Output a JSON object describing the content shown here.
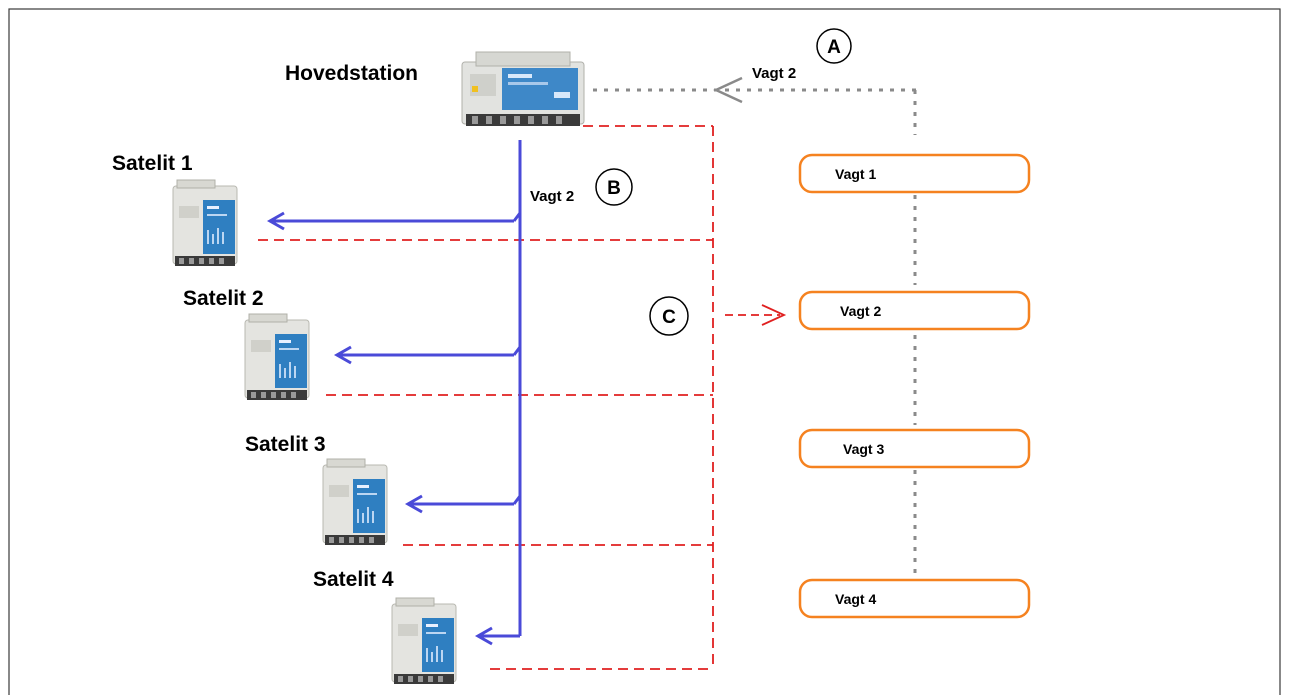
{
  "main_station": {
    "label": "Hovedstation"
  },
  "satellites": [
    {
      "label": "Satelit 1"
    },
    {
      "label": "Satelit 2"
    },
    {
      "label": "Satelit 3"
    },
    {
      "label": "Satelit 4"
    }
  ],
  "markers": {
    "a": {
      "letter": "A",
      "label": "Vagt 2"
    },
    "b": {
      "letter": "B",
      "label": "Vagt 2"
    },
    "c": {
      "letter": "C"
    }
  },
  "guards": [
    {
      "label": "Vagt 1"
    },
    {
      "label": "Vagt 2"
    },
    {
      "label": "Vagt 3"
    },
    {
      "label": "Vagt 4"
    }
  ],
  "colors": {
    "bus_line": "#4a4ad8",
    "red_dashed": "#e02020",
    "grey_dotted": "#8a8a8a",
    "guard_outline": "#f58220",
    "device_body": "#e4e4e0",
    "device_panel": "#2f7fc1"
  }
}
